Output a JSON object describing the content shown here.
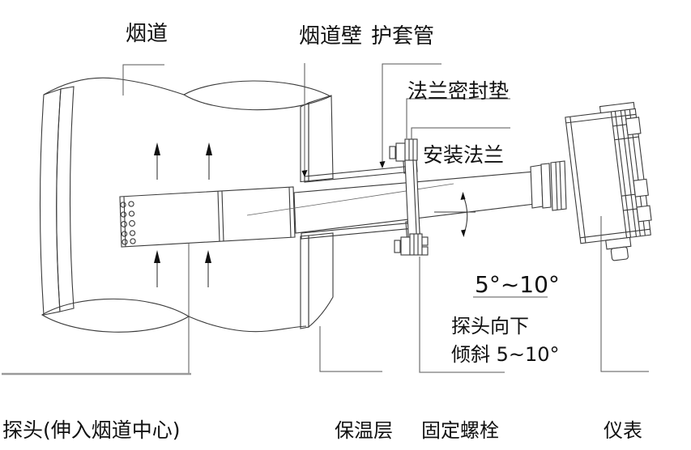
{
  "meta": {
    "kind": "technical installation diagram",
    "language": "zh-CN",
    "subject": "probe installed through flue duct wall, tilted down 5~10 degrees"
  },
  "labels": {
    "flue_duct": "烟道",
    "flue_duct_wall": "烟道壁",
    "protective_sleeve": "护套管",
    "flange_gasket": "法兰密封垫",
    "mounting_flange": "安装法兰",
    "angle_value": "5°~10°",
    "tilt_note_line1": "探头向下",
    "tilt_note_line2": "倾斜 5~10°",
    "probe_note": "探头(伸入烟道中心)",
    "insulation_layer": "保温层",
    "fixing_bolt": "固定螺栓",
    "instrument": "仪表"
  },
  "colors": {
    "background": "#ffffff",
    "line": "#3a3a3a",
    "leader": "#555555",
    "leader_gray": "#999999",
    "text": "#111111",
    "arrow_fill": "#111111"
  }
}
